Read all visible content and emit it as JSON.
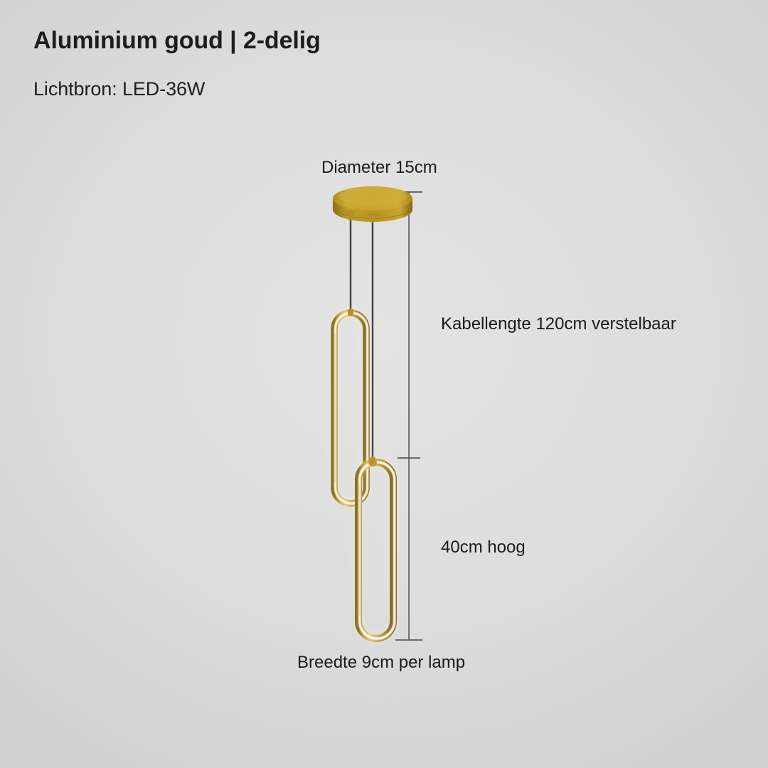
{
  "page": {
    "background_color": "#dedede",
    "title": "Aluminium goud | 2-delig",
    "subtitle": "Lichtbron: LED-36W"
  },
  "product": {
    "material_color_name": "Aluminium goud",
    "parts": "2-delig",
    "light_source": "LED-36W",
    "gold_color": "#c3a040",
    "gold_dark_color": "#8a6f22",
    "led_glow_color": "#fffaec",
    "cable_color": "#3a3a3a"
  },
  "annotations": {
    "diameter": "Diameter 15cm",
    "cable_length": "Kabellengte 120cm verstelbaar",
    "height": "40cm hoog",
    "width": "Breedte 9cm per lamp"
  },
  "dimension_line": {
    "color": "#5a5a5a",
    "top_tick_label": "Diameter 15cm",
    "segments": [
      {
        "name": "cable-length",
        "label": "Kabellengte 120cm verstelbaar"
      },
      {
        "name": "lamp-height",
        "label": "40cm hoog"
      }
    ]
  },
  "fixture": {
    "canopy": {
      "name": "ceiling-canopy",
      "shape": "round-disc",
      "color": "#c9a52c"
    },
    "pendants": [
      {
        "name": "upper-pendant-ring",
        "shape": "oblong-ring"
      },
      {
        "name": "lower-pendant-ring",
        "shape": "oblong-ring"
      }
    ]
  }
}
